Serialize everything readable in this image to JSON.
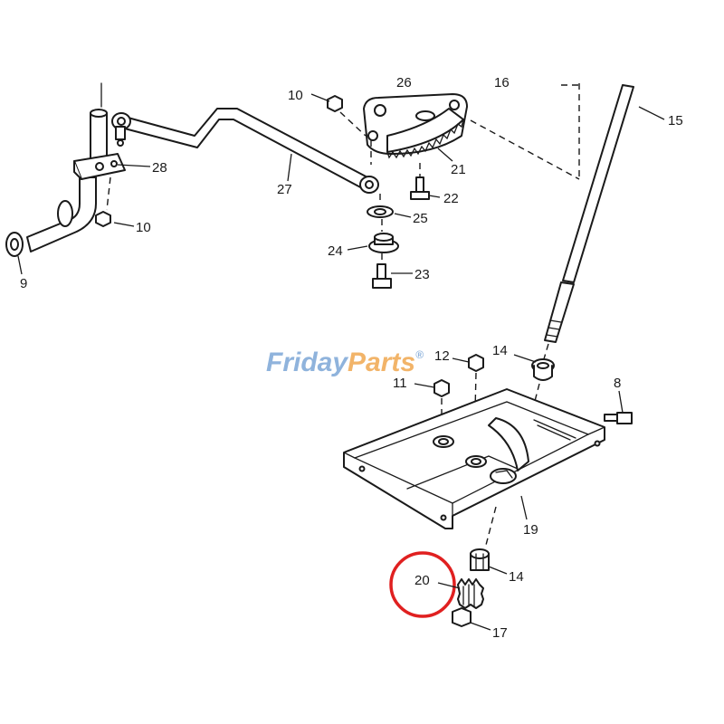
{
  "diagram": {
    "callouts": {
      "c9": "9",
      "c10a": "10",
      "c10b": "10",
      "c8": "8",
      "c11": "11",
      "c12": "12",
      "c14a": "14",
      "c14b": "14",
      "c15": "15",
      "c16": "16",
      "c17": "17",
      "c19": "19",
      "c20": "20",
      "c21": "21",
      "c22": "22",
      "c23": "23",
      "c24": "24",
      "c25": "25",
      "c26": "26",
      "c27": "27",
      "c28": "28"
    },
    "watermark": {
      "part1": "Friday",
      "part2": "Parts",
      "mark": "®"
    },
    "highlight": {
      "color": "#e02020",
      "target_callout": "20"
    },
    "colors": {
      "line": "#1a1a1a",
      "watermark_blue": "#8fb3dc",
      "watermark_orange": "#f2b469"
    }
  }
}
